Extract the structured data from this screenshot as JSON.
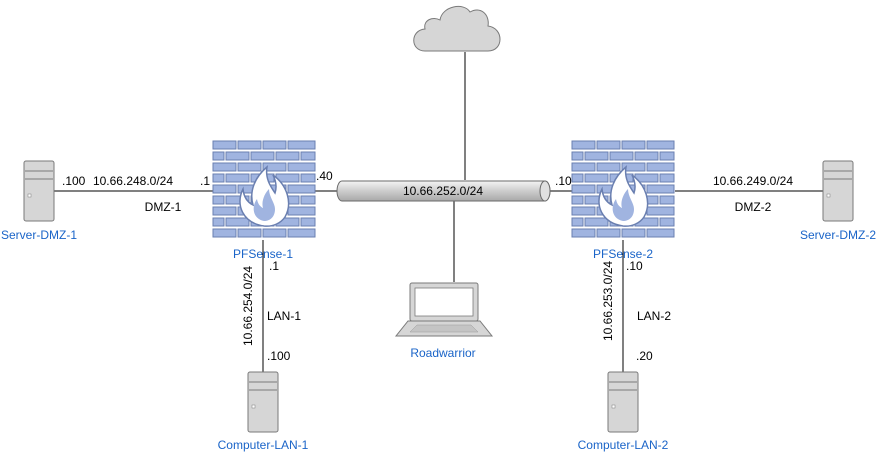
{
  "colors": {
    "node_label": "#1a64c8",
    "firewall_brick": "#a0b4e0",
    "firewall_stroke": "#6a7fb0",
    "flame": "#ffffff",
    "server_fill": "#d6d6d6",
    "server_stroke": "#7a7a7a",
    "cloud_fill": "#d6d6d6",
    "line": "#000000"
  },
  "nodes": {
    "pfsense1": {
      "label": "PFSense-1"
    },
    "pfsense2": {
      "label": "PFSense-2"
    },
    "server_dmz1": {
      "label": "Server-DMZ-1"
    },
    "server_dmz2": {
      "label": "Server-DMZ-2"
    },
    "computer_lan1": {
      "label": "Computer-LAN-1"
    },
    "computer_lan2": {
      "label": "Computer-LAN-2"
    },
    "roadwarrior": {
      "label": "Roadwarrior"
    },
    "wan_pipe": {
      "label": "10.66.252.0/24"
    }
  },
  "links": {
    "dmz1": {
      "name": "DMZ-1",
      "subnet": "10.66.248.0/24",
      "host_ip": ".100",
      "fw_ip": ".1"
    },
    "dmz2": {
      "name": "DMZ-2",
      "subnet": "10.66.249.0/24"
    },
    "lan1": {
      "name": "LAN-1",
      "subnet": "10.66.254.0/24",
      "fw_ip": ".1",
      "host_ip": ".100"
    },
    "lan2": {
      "name": "LAN-2",
      "subnet": "10.66.253.0/24",
      "fw_ip": ".10",
      "host_ip": ".20"
    },
    "wan": {
      "fw1_ip": ".40",
      "fw2_ip": ".10"
    }
  }
}
